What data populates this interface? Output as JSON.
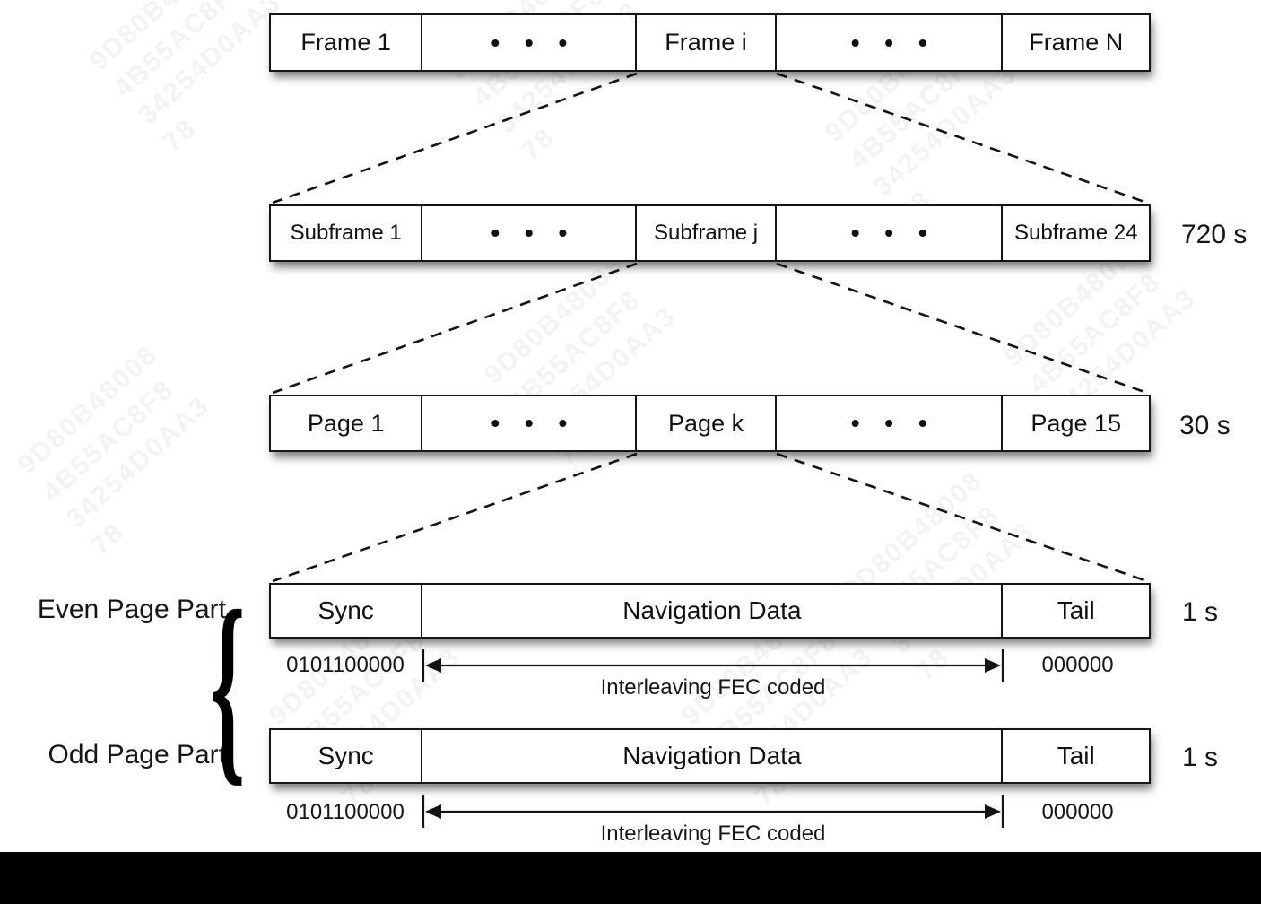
{
  "watermark": {
    "line1": "9D80B48008",
    "line2": "4B55AC8F8",
    "line3": "34254D0AA3",
    "line4": "78"
  },
  "frame_row": {
    "cells": [
      "Frame 1",
      "• • •",
      "Frame i",
      "• • •",
      "Frame N"
    ]
  },
  "subframe_row": {
    "cells": [
      "Subframe 1",
      "• • •",
      "Subframe j",
      "• • •",
      "Subframe 24"
    ],
    "duration": "720 s"
  },
  "page_row": {
    "cells": [
      "Page 1",
      "• • •",
      "Page k",
      "• • •",
      "Page 15"
    ],
    "duration": "30 s"
  },
  "even_page": {
    "side_label": "Even Page Part",
    "cells": [
      "Sync",
      "Navigation Data",
      "Tail"
    ],
    "duration": "1 s",
    "sync_bits": "0101100000",
    "fec_label": "Interleaving FEC coded",
    "tail_bits": "000000"
  },
  "odd_page": {
    "side_label": "Odd Page Part",
    "cells": [
      "Sync",
      "Navigation Data",
      "Tail"
    ],
    "duration": "1 s",
    "sync_bits": "0101100000",
    "fec_label": "Interleaving FEC coded",
    "tail_bits": "000000"
  },
  "brace_glyph": "{"
}
